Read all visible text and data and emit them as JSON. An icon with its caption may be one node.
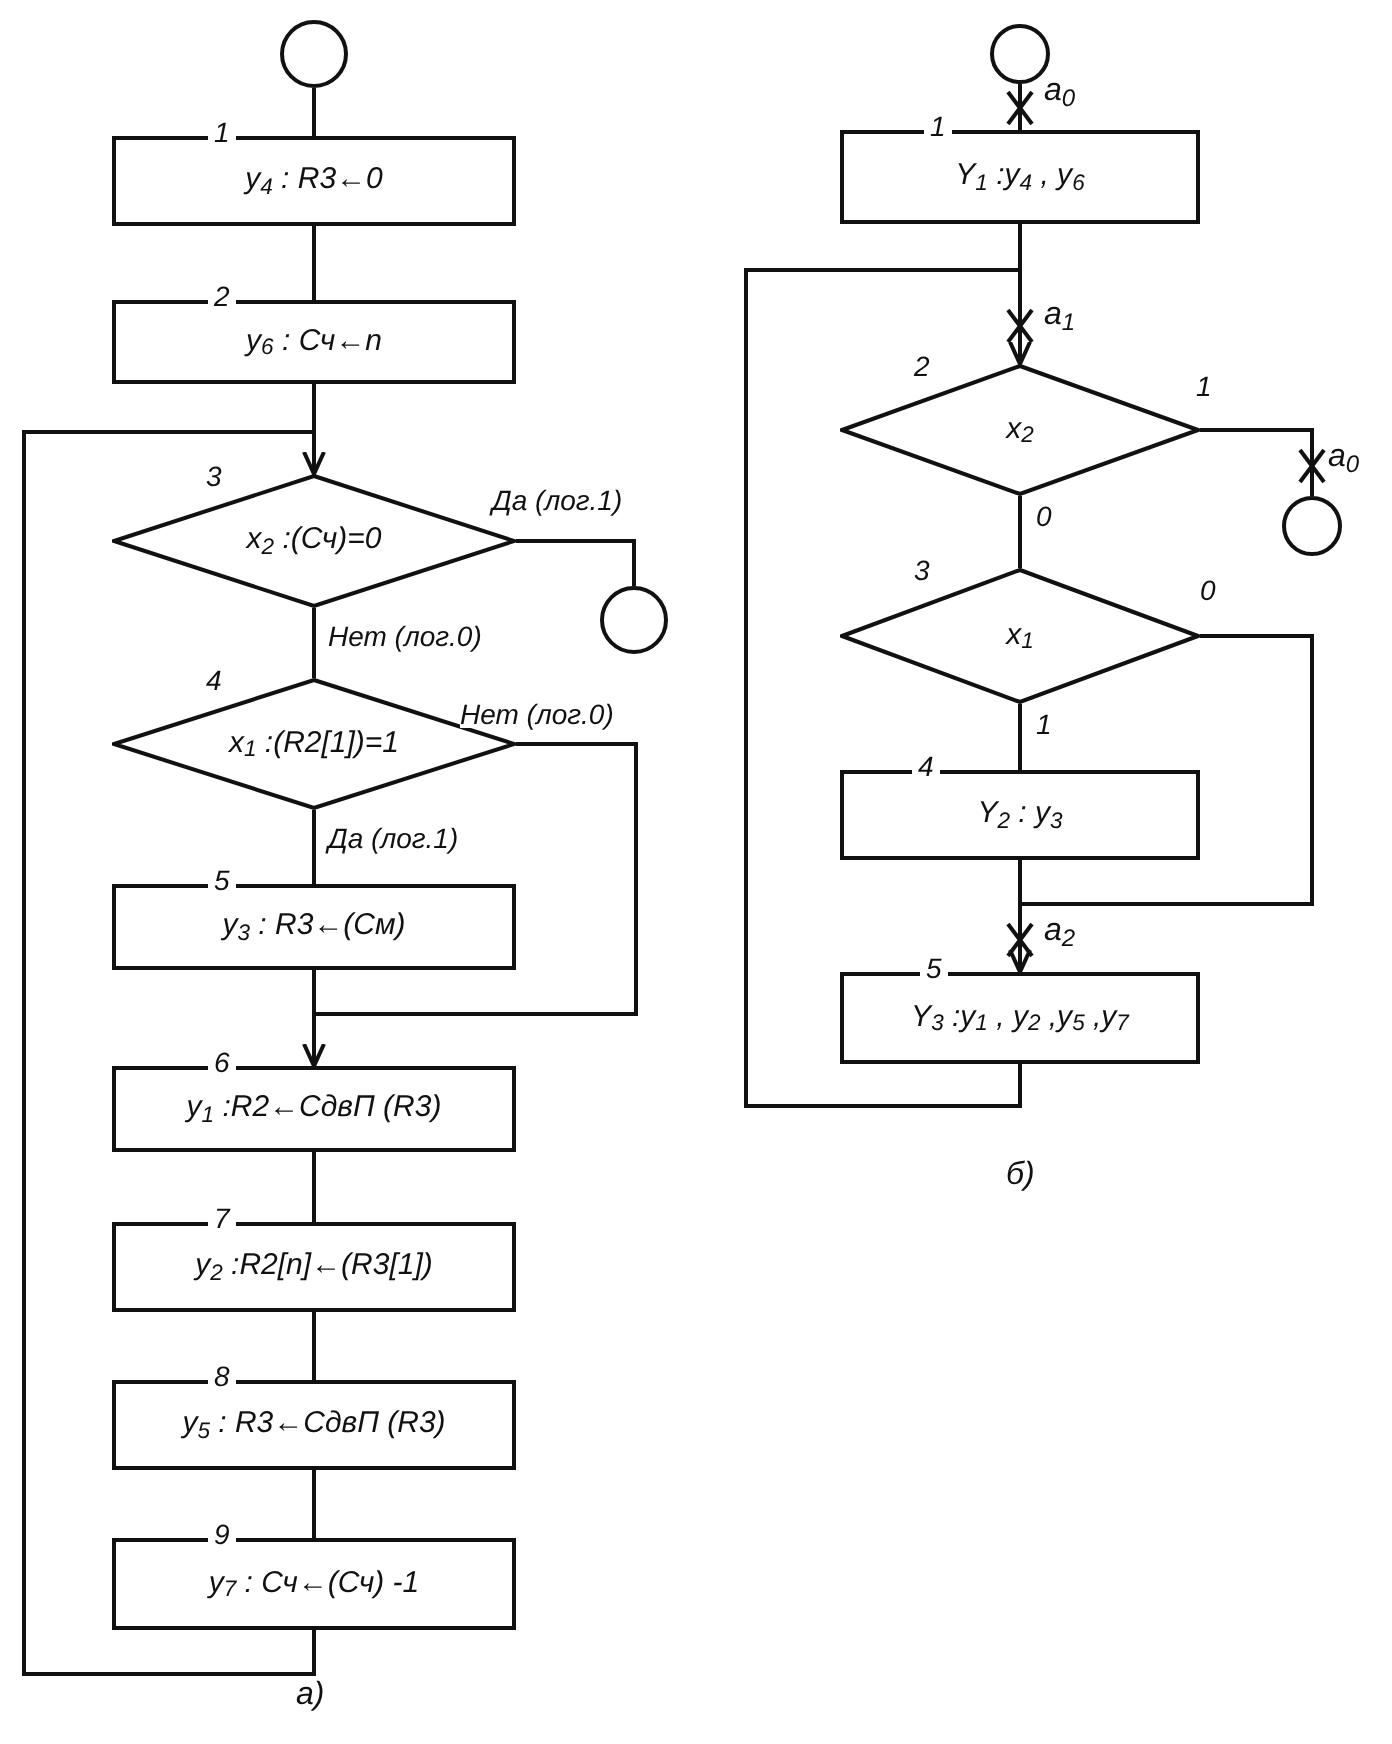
{
  "diagram": {
    "nodes": [
      {
        "text": [],
        "shape": "circle"
      },
      {
        "text": [
          "y$_{4}$ : R3←0"
        ],
        "beside": [
          "1"
        ]
      },
      {
        "text": [
          "y$_{6}$ : Сч←n"
        ],
        "beside": [
          "2"
        ]
      },
      {
        "text": [
          "x$_{2}$ :(Сч)=0"
        ],
        "beside": [
          "3"
        ]
      },
      {
        "text": [],
        "shape": "circle"
      },
      {
        "text": [
          "x$_{1}$ :(R2[1])=1"
        ],
        "beside": [
          "4"
        ]
      },
      {
        "text": [
          "y$_{3}$ : R3←(См)"
        ],
        "beside": [
          "5"
        ]
      },
      {
        "text": [
          "y$_{1}$ :R2←СдвП (R3)"
        ],
        "beside": [
          "6"
        ]
      },
      {
        "text": [
          "y$_{2}$ :R2[n]←(R3[1])"
        ],
        "beside": [
          "7"
        ]
      },
      {
        "text": [
          "y$_{5}$ : R3←СдвП (R3)"
        ],
        "beside": [
          "8"
        ]
      },
      {
        "text": [
          "y$_{7}$ : Сч←(Сч) -1"
        ],
        "beside": [
          "9"
        ]
      },
      {
        "text": [],
        "shape": "circle"
      },
      {
        "text": [
          "Y$_{1}$ :y$_{4}$ , y$_{6}$"
        ],
        "beside": [
          "1"
        ]
      },
      {
        "text": [
          "x$_{2}$"
        ],
        "beside": [
          "2"
        ]
      },
      {
        "text": [],
        "shape": "circle"
      },
      {
        "text": [
          "x$_{1}$"
        ],
        "beside": [
          "3"
        ]
      },
      {
        "text": [
          "Y$_{2}$ : y$_{3}$"
        ],
        "beside": [
          "4"
        ]
      },
      {
        "text": [
          "Y$_{3}$ :y$_{1}$ , y$_{2}$ ,y$_{5}$ ,y$_{7}$"
        ],
        "beside": [
          "5"
        ]
      }
    ],
    "edges": [
      {
        "from": 0,
        "to": 1,
        "arrow": "none"
      },
      {
        "from": 1,
        "to": 2,
        "arrow": "none"
      },
      {
        "from": 2,
        "to": 3,
        "arrow": "none"
      },
      {
        "from": 3,
        "to": 4,
        "arrow": "none",
        "label": "Да (лог.1)"
      },
      {
        "from": 3,
        "to": 5,
        "arrow": "none",
        "label": "Нет (лог.0)"
      },
      {
        "from": 5,
        "to": 6,
        "arrow": "none",
        "label": "Да (лог.1)"
      },
      {
        "from": 5,
        "to": 7,
        "arrow": "to",
        "label": "Нет (лог.0)"
      },
      {
        "from": 6,
        "to": 7,
        "arrow": "none"
      },
      {
        "from": 7,
        "to": 8,
        "arrow": "none"
      },
      {
        "from": 8,
        "to": 9,
        "arrow": "none"
      },
      {
        "from": 9,
        "to": 10,
        "arrow": "none"
      },
      {
        "from": 10,
        "to": 3,
        "arrow": "to"
      },
      {
        "from": 11,
        "to": 12,
        "arrow": "none"
      },
      {
        "from": 12,
        "to": 13,
        "arrow": "none"
      },
      {
        "from": 13,
        "to": 14,
        "arrow": "none",
        "label": "1"
      },
      {
        "from": 13,
        "to": 15,
        "arrow": "none",
        "label": "0"
      },
      {
        "from": 15,
        "to": 16,
        "arrow": "none",
        "label": "1"
      },
      {
        "from": 15,
        "to": 17,
        "arrow": "to",
        "label": "0"
      },
      {
        "from": 16,
        "to": 17,
        "arrow": "none"
      },
      {
        "from": 17,
        "to": 13,
        "arrow": "to"
      }
    ],
    "labels": [
      "a$_{0}$",
      "a$_{1}$",
      "a$_{0}$",
      "a$_{2}$",
      "а)",
      "б)"
    ]
  }
}
